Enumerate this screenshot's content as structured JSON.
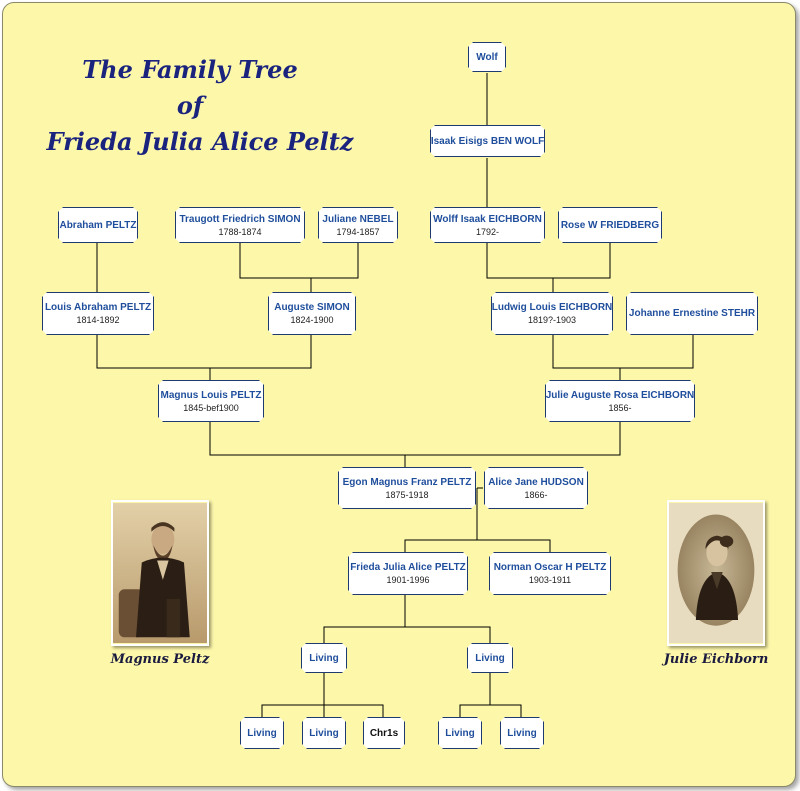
{
  "title": {
    "line1": "The Family Tree",
    "line2": "of",
    "line3": "Frieda Julia Alice Peltz"
  },
  "people": {
    "wolf": {
      "name": "Wolf",
      "dates": ""
    },
    "isaak": {
      "name": "Isaak Eisigs BEN WOLF",
      "dates": ""
    },
    "abraham": {
      "name": "Abraham PELTZ",
      "dates": ""
    },
    "traugott": {
      "name": "Traugott Friedrich SIMON",
      "dates": "1788-1874"
    },
    "juliane": {
      "name": "Juliane NEBEL",
      "dates": "1794-1857"
    },
    "wolff": {
      "name": "Wolff Isaak EICHBORN",
      "dates": "1792-"
    },
    "rose": {
      "name": "Rose W FRIEDBERG",
      "dates": ""
    },
    "louis": {
      "name": "Louis Abraham PELTZ",
      "dates": "1814-1892"
    },
    "auguste": {
      "name": "Auguste SIMON",
      "dates": "1824-1900"
    },
    "ludwig": {
      "name": "Ludwig Louis EICHBORN",
      "dates": "1819?-1903"
    },
    "johanne": {
      "name": "Johanne Ernestine STEHR",
      "dates": ""
    },
    "magnus": {
      "name": "Magnus Louis PELTZ",
      "dates": "1845-bef1900"
    },
    "julie": {
      "name": "Julie Auguste Rosa EICHBORN",
      "dates": "1856-"
    },
    "egon": {
      "name": "Egon Magnus Franz PELTZ",
      "dates": "1875-1918"
    },
    "alice": {
      "name": "Alice Jane HUDSON",
      "dates": "1866-"
    },
    "frieda": {
      "name": "Frieda Julia Alice PELTZ",
      "dates": "1901-1996"
    },
    "norman": {
      "name": "Norman Oscar H PELTZ",
      "dates": "1903-1911"
    },
    "living1": {
      "name": "Living",
      "dates": ""
    },
    "living2": {
      "name": "Living",
      "dates": ""
    },
    "living3": {
      "name": "Living",
      "dates": ""
    },
    "living4": {
      "name": "Living",
      "dates": ""
    },
    "chris": {
      "name": "Chr1s",
      "dates": ""
    },
    "living5": {
      "name": "Living",
      "dates": ""
    },
    "living6": {
      "name": "Living",
      "dates": ""
    }
  },
  "captions": {
    "left": "Magnus Peltz",
    "right": "Julie Eichborn"
  },
  "colors": {
    "background": "#fdf7a9",
    "line": "#000000",
    "name": "#1f4e9c",
    "title": "#1a237e"
  }
}
